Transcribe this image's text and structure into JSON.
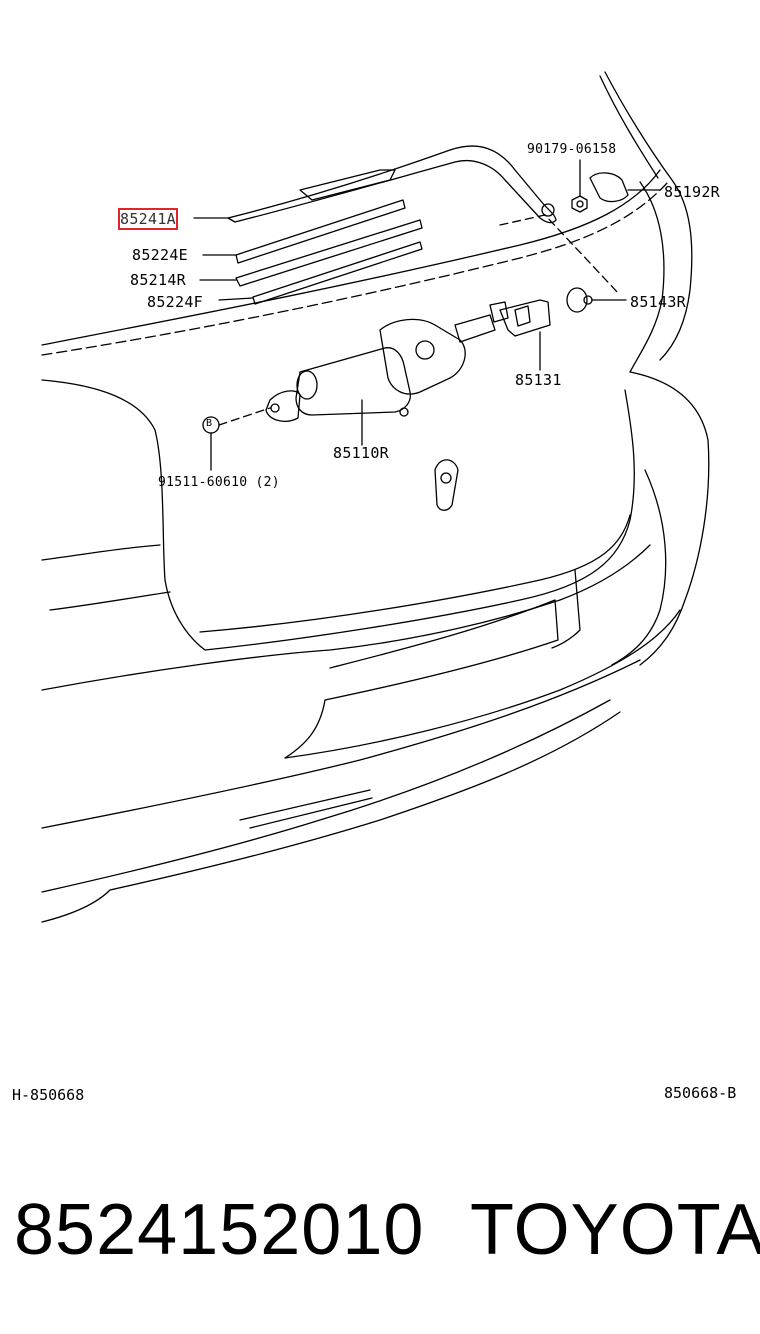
{
  "callouts": {
    "c_85241a": "85241A",
    "c_85224e": "85224E",
    "c_85214r": "85214R",
    "c_85224f": "85224F",
    "c_90179": "90179-06158",
    "c_85192r": "85192R",
    "c_85143r": "85143R",
    "c_85131": "85131",
    "c_85110r": "85110R",
    "c_91511": "91511-60610 (2)",
    "c_bolt_mark": "B"
  },
  "footer": {
    "left_code": "H-850668",
    "right_code": "850668-B"
  },
  "caption": {
    "part_number": "8524152010",
    "brand": "TOYOTA"
  },
  "colors": {
    "highlight": "#e0252a",
    "line": "#000000"
  }
}
